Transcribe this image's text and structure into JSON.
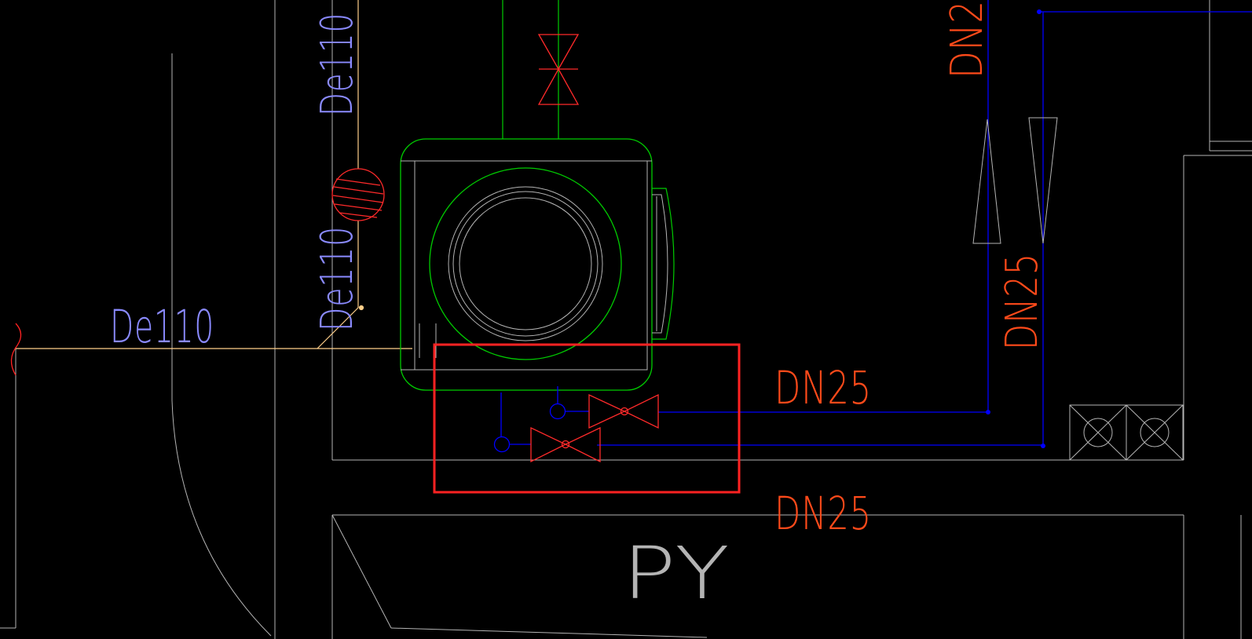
{
  "drawing": {
    "colors": {
      "background": "#000000",
      "wall": "#b4b4b4",
      "water_supply": "#0000ff",
      "valve": "#ff2a2a",
      "equipment": "#00cc00",
      "drain_pipe": "#ffcf8a",
      "label_drain": "#8a8aff",
      "label_supply": "#ff4a1a",
      "highlight": "#ff2222"
    },
    "labels": {
      "drain_horizontal": "De110",
      "drain_vertical_top": "De110",
      "drain_vertical_bottom": "De110",
      "supply_top_right": "DN2",
      "supply_vertical_right": "DN25",
      "supply_horizontal_upper": "DN25",
      "supply_horizontal_lower": "DN25",
      "room_code": "PY"
    }
  }
}
